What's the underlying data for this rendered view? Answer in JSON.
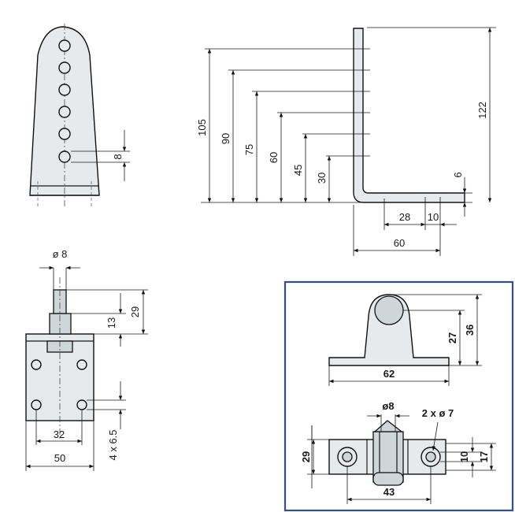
{
  "panels": {
    "top_left": {
      "dims": {
        "hole_pitch": "8"
      }
    },
    "top_right": {
      "dims": {
        "h105": "105",
        "h90": "90",
        "h75": "75",
        "h60": "60",
        "h45": "45",
        "h30": "30",
        "h122": "122",
        "t6": "6",
        "w28": "28",
        "w10": "10",
        "w60": "60"
      }
    },
    "bottom_left": {
      "dims": {
        "dia8": "ø 8",
        "h13": "13",
        "h29": "29",
        "w32": "32",
        "w50": "50",
        "holes": "4 x 6.5"
      }
    },
    "inset": {
      "border_color": "#2f4f8f",
      "dims": {
        "h27": "27",
        "h36": "36",
        "w62": "62",
        "dia8": "ø8",
        "holes": "2 x ø 7",
        "h29": "29",
        "h10": "10",
        "h17": "17",
        "w43": "43"
      }
    }
  }
}
